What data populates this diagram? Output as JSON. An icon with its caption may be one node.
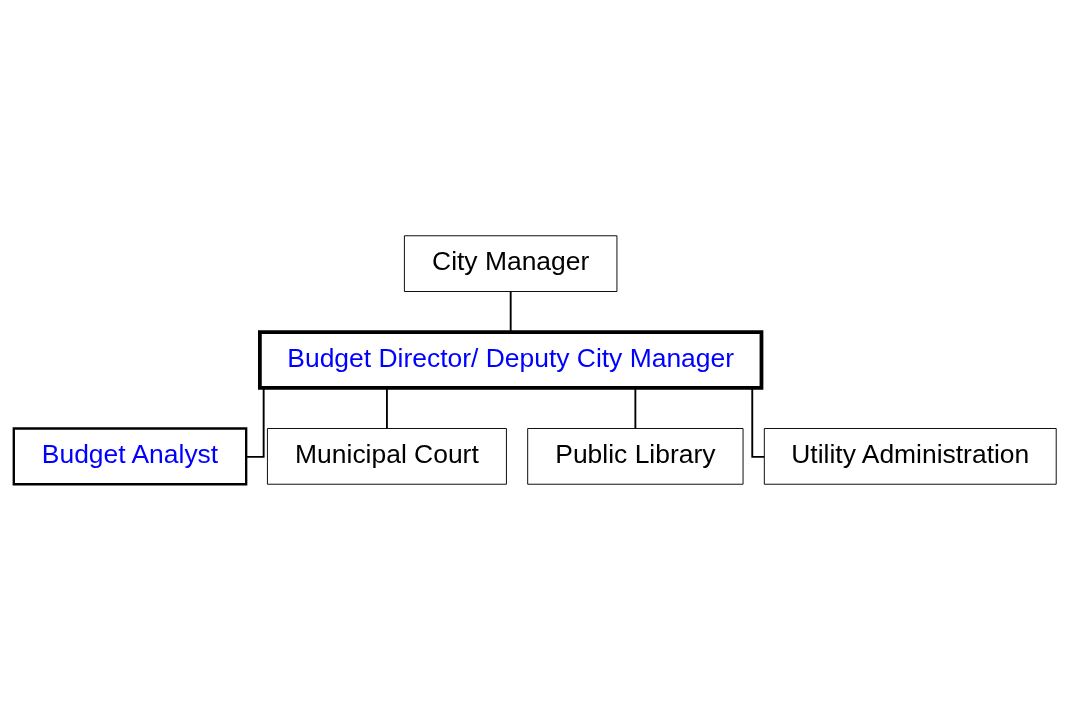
{
  "diagram": {
    "nodes": [
      {
        "text": [
          "City Manager"
        ]
      },
      {
        "text": [
          "Budget Director/ Deputy City Manager"
        ]
      },
      {
        "text": [
          "Budget Analyst"
        ]
      },
      {
        "text": [
          "Municipal Court"
        ]
      },
      {
        "text": [
          "Public Library"
        ]
      },
      {
        "text": [
          "Utility Administration"
        ]
      }
    ],
    "edges": [
      {
        "from": 0,
        "to": 1,
        "arrow": "none"
      },
      {
        "from": 1,
        "to": 2,
        "arrow": "none"
      },
      {
        "from": 1,
        "to": 3,
        "arrow": "none"
      },
      {
        "from": 1,
        "to": 4,
        "arrow": "none"
      },
      {
        "from": 1,
        "to": 5,
        "arrow": "none"
      }
    ]
  }
}
